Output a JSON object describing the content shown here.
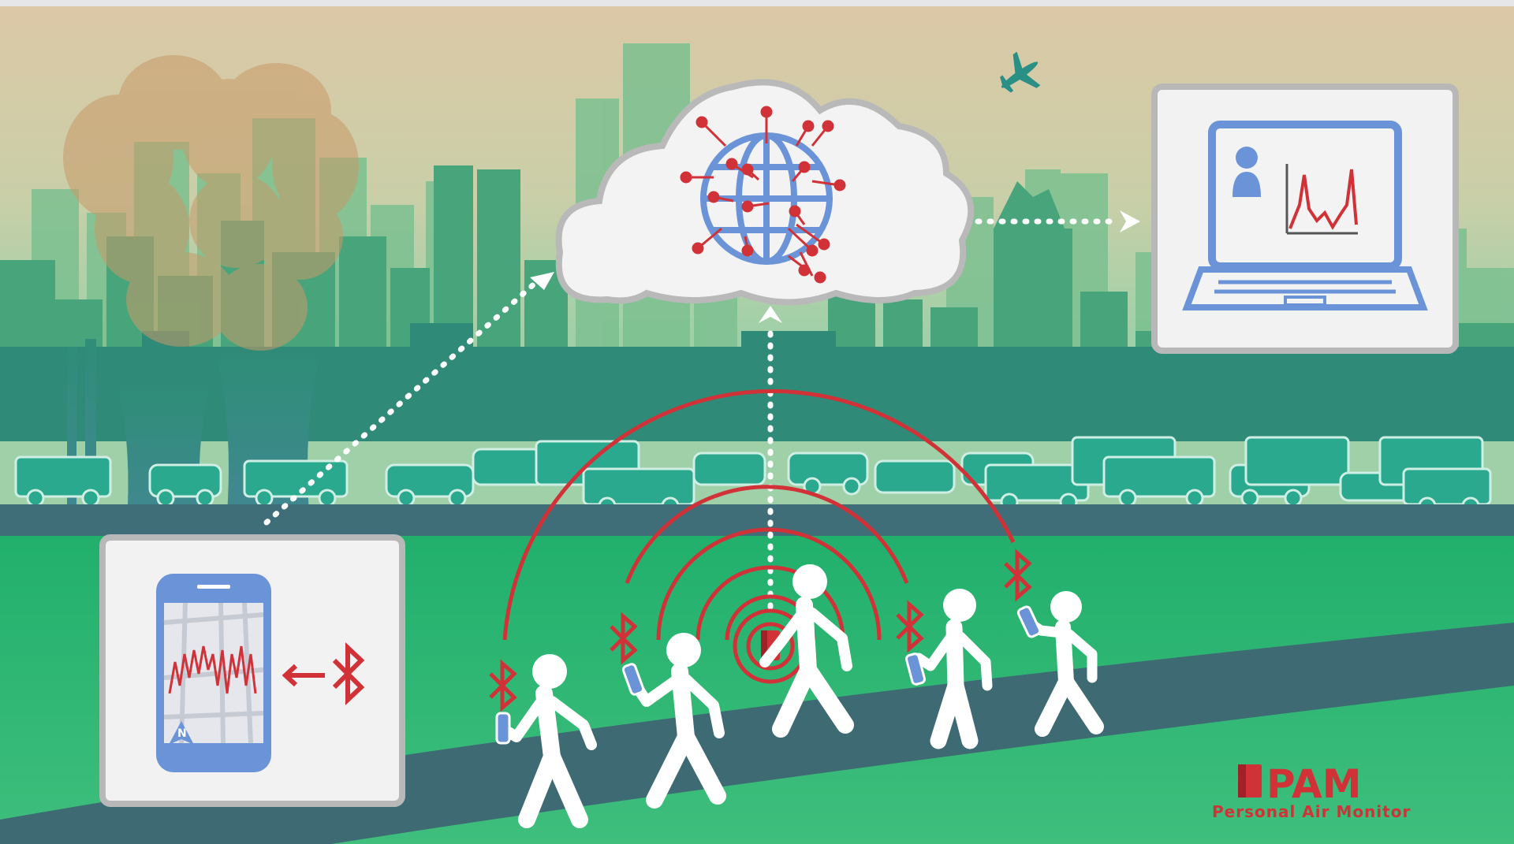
{
  "logo": {
    "name": "PAM",
    "tagline": "Personal Air Monitor"
  },
  "colors": {
    "sky_top": "#dcc8a6",
    "sky_bottom": "#9fd0a8",
    "skyline_far": "#6fb887",
    "skyline_mid": "#3e9b77",
    "skyline_near": "#2f8a78",
    "vehicles": "#2aa98f",
    "grass": "#24b46f",
    "road": "#3e6a73",
    "signal_red": "#d03238",
    "device_blue": "#6b94d8",
    "panel_bg": "#f2f2f2",
    "panel_border": "#b8b8b8",
    "smoke": "#c89a68",
    "logo_red": "#d03238"
  },
  "icons": {
    "globe": "globe-icon",
    "bluetooth": "bluetooth-icon",
    "phone": "smartphone-icon",
    "laptop": "laptop-icon",
    "person": "person-icon",
    "plane": "airplane-icon",
    "monitor": "air-monitor-device-icon",
    "compass": "compass-north-icon"
  },
  "phone_compass_label": "N"
}
